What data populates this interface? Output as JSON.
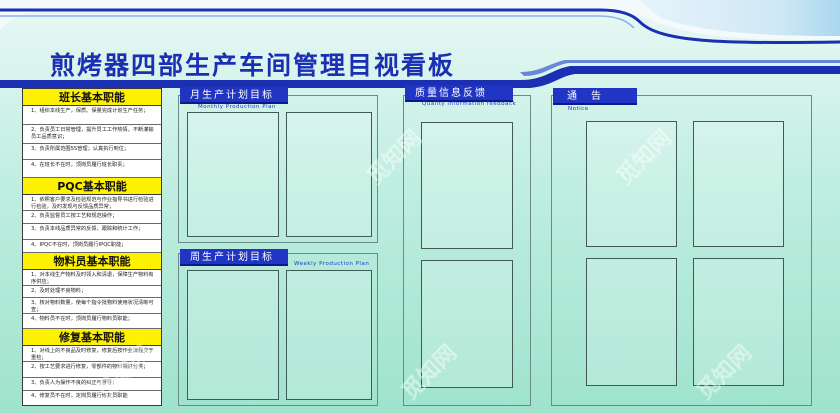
{
  "title": "煎烤器四部生产车间管理目视看板",
  "colors": {
    "brand_blue": "#1b2fb3",
    "tab_blue": "#2135c4",
    "header_yellow": "#fff200",
    "background": "#bfeee0"
  },
  "duties": [
    {
      "heading": "班长基本职能",
      "items": [
        "1、组织本线生产，保质、保量完成计划生产任务；",
        "2、负责员工日常管理，提升员工工作热情，不断灌输员工品质意识；",
        "3、负责所属范围5S管理；认真执行到位；",
        "4、在班长不在时，顶岗员履行班长职责；"
      ]
    },
    {
      "heading": "PQC基本职能",
      "items": [
        "1、依照客户要求及检验规范与作业指导书进行检验进行检验，及时发现与反馈品质异常；",
        "2、负责监督员工按工艺和规范操作；",
        "3、负责本线品质异常的反馈、跟踪和统计工作；",
        "4、IPQC不在时，顶岗员履行IPQC职能；"
      ]
    },
    {
      "heading": "物料员基本职能",
      "items": [
        "1、对本线生产物料及时领入和清退，保障生产物料有序供应；",
        "2、及时处理不良物料；",
        "3、核对物料数量，使每个指令批物料使用状况清晰可查；",
        "4、物料员不在时，顶岗员履行物料员职能；"
      ]
    },
    {
      "heading": "修复基本职能",
      "items": [
        "1、对线上的不良品及时修复，修复后按作业流程交于重检；",
        "2、按工艺要求进行修复，零部件的物料领好分类；",
        "3、负责人为操作不良的纠正与督导；",
        "4、修复员不在时，定岗员履行修复员职能"
      ]
    }
  ],
  "panels": {
    "monthly": {
      "title": "月生产计划目标",
      "subtitle": "Monthly Production Plan"
    },
    "weekly": {
      "title": "周生产计划目标",
      "subtitle": "Weekly Production Plan"
    },
    "quality": {
      "title": "质量信息反馈",
      "subtitle": "Quality information feedback"
    },
    "notice": {
      "title": "通　告",
      "subtitle": "Notice"
    }
  },
  "watermark": "觅知网"
}
